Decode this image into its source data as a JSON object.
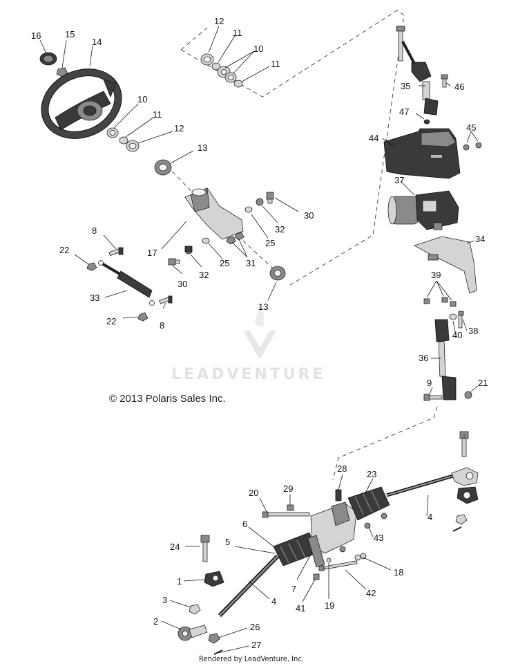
{
  "diagram": {
    "copyright": "© 2013 Polaris Sales Inc.",
    "watermark": "LEADVENTURE",
    "footer": "Rendered by LeadVenture, Inc.",
    "callouts": [
      "1",
      "2",
      "3",
      "4",
      "5",
      "6",
      "7",
      "8",
      "9",
      "10",
      "11",
      "12",
      "13",
      "14",
      "15",
      "16",
      "17",
      "18",
      "19",
      "20",
      "21",
      "22",
      "23",
      "24",
      "25",
      "26",
      "27",
      "28",
      "29",
      "30",
      "31",
      "32",
      "33",
      "34",
      "35",
      "36",
      "37",
      "38",
      "39",
      "40",
      "41",
      "42",
      "43",
      "44",
      "45",
      "46",
      "47"
    ]
  }
}
